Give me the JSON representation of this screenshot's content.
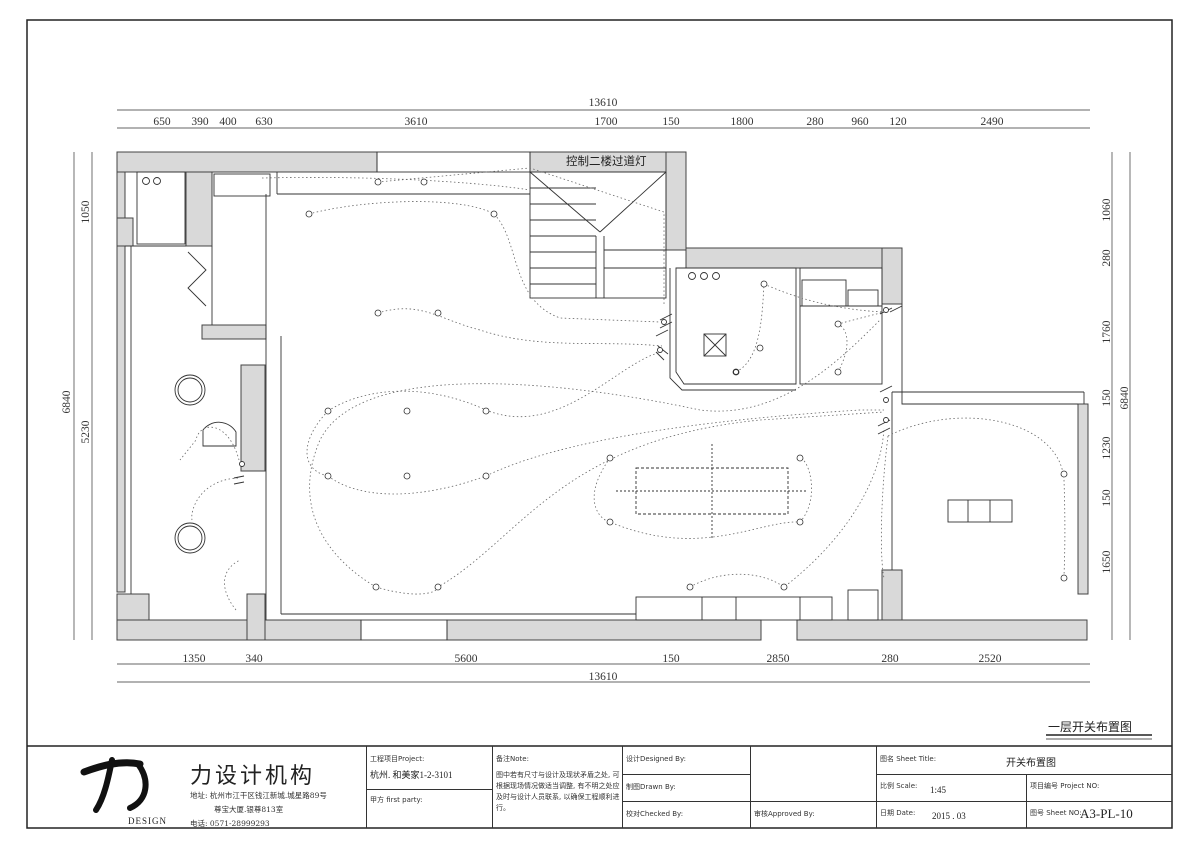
{
  "dimensions": {
    "top_total": "13610",
    "top_segments": [
      "650",
      "390",
      "400",
      "630",
      "3610",
      "1700",
      "150",
      "1800",
      "280",
      "960",
      "120",
      "2490"
    ],
    "bottom_total": "13610",
    "bottom_segments": [
      "1350",
      "340",
      "5600",
      "150",
      "2850",
      "280",
      "2520"
    ],
    "left_total": "6840",
    "left_segments": [
      "1050",
      "5230"
    ],
    "right_total": "6840",
    "right_segments": [
      "1060",
      "280",
      "1760",
      "150",
      "1230",
      "150",
      "1650"
    ]
  },
  "callout": "控制二楼过道灯",
  "sheet_caption": "一层开关布置图",
  "firm": {
    "logo_text": "DESIGN",
    "name": "力设计机构",
    "address_line1": "地址: 杭州市江干区钱江新城.城星路89号",
    "address_line2": "尊宝大厦.银尊813室",
    "phone": "电话: 0571-28999293"
  },
  "title_block": {
    "project_label": "工程项目Project:",
    "project_value": "杭州. 和美家1-2-3101",
    "party_label": "甲方 first party:",
    "note_label": "备注Note:",
    "note_text": "图中若有尺寸与设计及现状矛盾之处, 可根据现场情况做适当调整, 有不明之处应及时与设计人员联系, 以确保工程顺利进行。",
    "design_label": "设计Designed By:",
    "drawn_label": "制图Drawn By:",
    "checked_label": "校对Checked By:",
    "approved_label": "审核Approved By:",
    "sheet_title_label": "图名 Sheet Title:",
    "sheet_title_value": "开关布置图",
    "scale_label": "比例 Scale:",
    "scale_value": "1:45",
    "project_no_label": "项目编号 Project NO:",
    "date_label": "日期 Date:",
    "date_value": "2015 . 03",
    "sheet_no_label": "图号 Sheet NO:",
    "sheet_no_value": "A3-PL-10"
  }
}
